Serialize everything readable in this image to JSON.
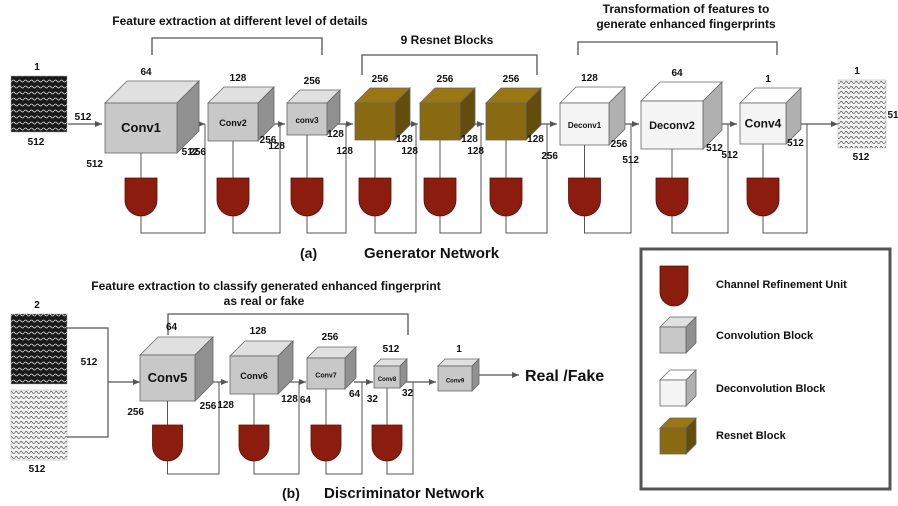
{
  "colors": {
    "conv": "#c8c8c8",
    "deconv": "#f4f4f4",
    "resnet": "#8a6a10",
    "cru": "#8b1c0e",
    "line": "#555555"
  },
  "generator": {
    "title_tag": "(a)",
    "title": "Generator Network",
    "annot_left": "Feature extraction at different level of details",
    "annot_mid": "9 Resnet Blocks",
    "annot_right_1": "Transformation of features to",
    "annot_right_2": "generate enhanced fingerprints",
    "input_channels": "1",
    "input_width": "512",
    "input_height": "512",
    "output_channels": "1",
    "output_width": "51",
    "output_height": "512",
    "blocks": [
      {
        "label": "Conv1",
        "top": "64",
        "left": "512",
        "right": "512",
        "bottom_left": "512"
      },
      {
        "label": "Conv2",
        "top": "128",
        "right": "256",
        "bottom_left": "256"
      },
      {
        "label": "conv3",
        "top": "256",
        "right": "128",
        "bottom_left": "128"
      },
      {
        "label": "",
        "top": "256",
        "right": "128",
        "bottom_left": "128"
      },
      {
        "label": "",
        "top": "256",
        "right": "128",
        "bottom_left": "128"
      },
      {
        "label": "",
        "top": "256",
        "right": "128",
        "bottom_left": "128"
      },
      {
        "label": "Deconv1",
        "top": "128",
        "right": "256",
        "bottom_left": "256"
      },
      {
        "label": "Deconv2",
        "top": "64",
        "right": "512",
        "bottom_left": "512"
      },
      {
        "label": "Conv4",
        "top": "1",
        "right": "512",
        "bottom_left": "512"
      }
    ]
  },
  "discriminator": {
    "title_tag": "(b)",
    "title": "Discriminator Network",
    "annot_1": "Feature extraction to classify generated enhanced fingerprint",
    "annot_2": "as real or fake",
    "input_channels": "2",
    "input_size": "512",
    "input_bottom": "512",
    "output_label": "Real /Fake",
    "blocks": [
      {
        "label": "Conv5",
        "top": "64",
        "right": "256",
        "bottom_left": "256"
      },
      {
        "label": "Conv6",
        "top": "128",
        "right": "128",
        "bottom_left": "128"
      },
      {
        "label": "Conv7",
        "top": "256",
        "right": "64",
        "bottom_left": "64"
      },
      {
        "label": "Conv8",
        "top": "512",
        "right": "32",
        "bottom_left": "32"
      },
      {
        "label": "Conv9",
        "top": "1"
      }
    ]
  },
  "legend": {
    "cru": "Channel Refinement Unit",
    "conv": "Convolution  Block",
    "deconv": "Deconvolution  Block",
    "resnet": "Resnet Block"
  }
}
